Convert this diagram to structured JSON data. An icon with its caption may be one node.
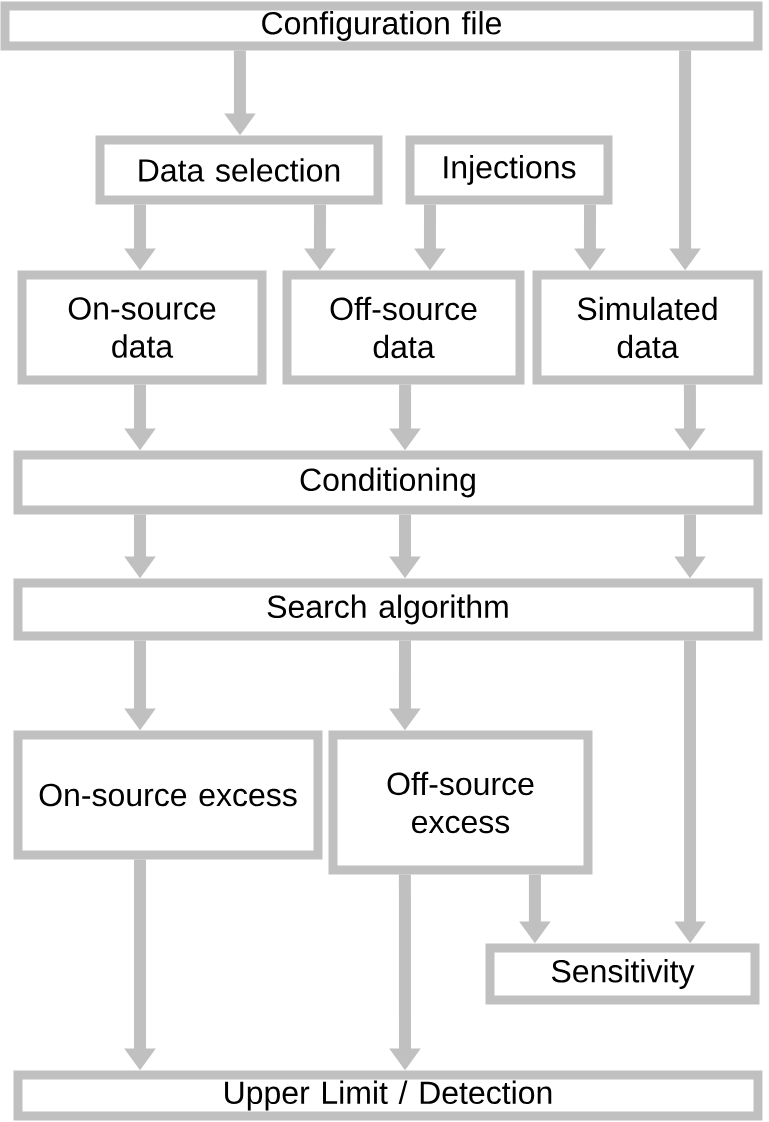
{
  "diagram": {
    "nodes": [
      {
        "text": [
          "Configuration file"
        ]
      },
      {
        "text": [
          "Data selection"
        ]
      },
      {
        "text": [
          "Injections"
        ]
      },
      {
        "text": [
          "On-source data"
        ]
      },
      {
        "text": [
          "Off-source data"
        ]
      },
      {
        "text": [
          "Simulated data"
        ]
      },
      {
        "text": [
          "Conditioning"
        ]
      },
      {
        "text": [
          "Search algorithm"
        ]
      },
      {
        "text": [
          "On-source excess"
        ]
      },
      {
        "text": [
          "Off-source excess"
        ]
      },
      {
        "text": [
          "Sensitivity"
        ]
      },
      {
        "text": [
          "Upper Limit / Detection"
        ]
      }
    ],
    "edges": [
      {
        "from": 0,
        "to": 1,
        "arrow": "to"
      },
      {
        "from": 0,
        "to": 5,
        "arrow": "to"
      },
      {
        "from": 1,
        "to": 3,
        "arrow": "to"
      },
      {
        "from": 1,
        "to": 4,
        "arrow": "to"
      },
      {
        "from": 2,
        "to": 4,
        "arrow": "to"
      },
      {
        "from": 2,
        "to": 5,
        "arrow": "to"
      },
      {
        "from": 3,
        "to": 6,
        "arrow": "to"
      },
      {
        "from": 4,
        "to": 6,
        "arrow": "to"
      },
      {
        "from": 5,
        "to": 6,
        "arrow": "to"
      },
      {
        "from": 6,
        "to": 7,
        "arrow": "to"
      },
      {
        "from": 6,
        "to": 7,
        "arrow": "to"
      },
      {
        "from": 6,
        "to": 7,
        "arrow": "to"
      },
      {
        "from": 7,
        "to": 8,
        "arrow": "to"
      },
      {
        "from": 7,
        "to": 9,
        "arrow": "to"
      },
      {
        "from": 7,
        "to": 10,
        "arrow": "to"
      },
      {
        "from": 9,
        "to": 10,
        "arrow": "to"
      },
      {
        "from": 8,
        "to": 11,
        "arrow": "to"
      },
      {
        "from": 9,
        "to": 11,
        "arrow": "to"
      }
    ]
  }
}
